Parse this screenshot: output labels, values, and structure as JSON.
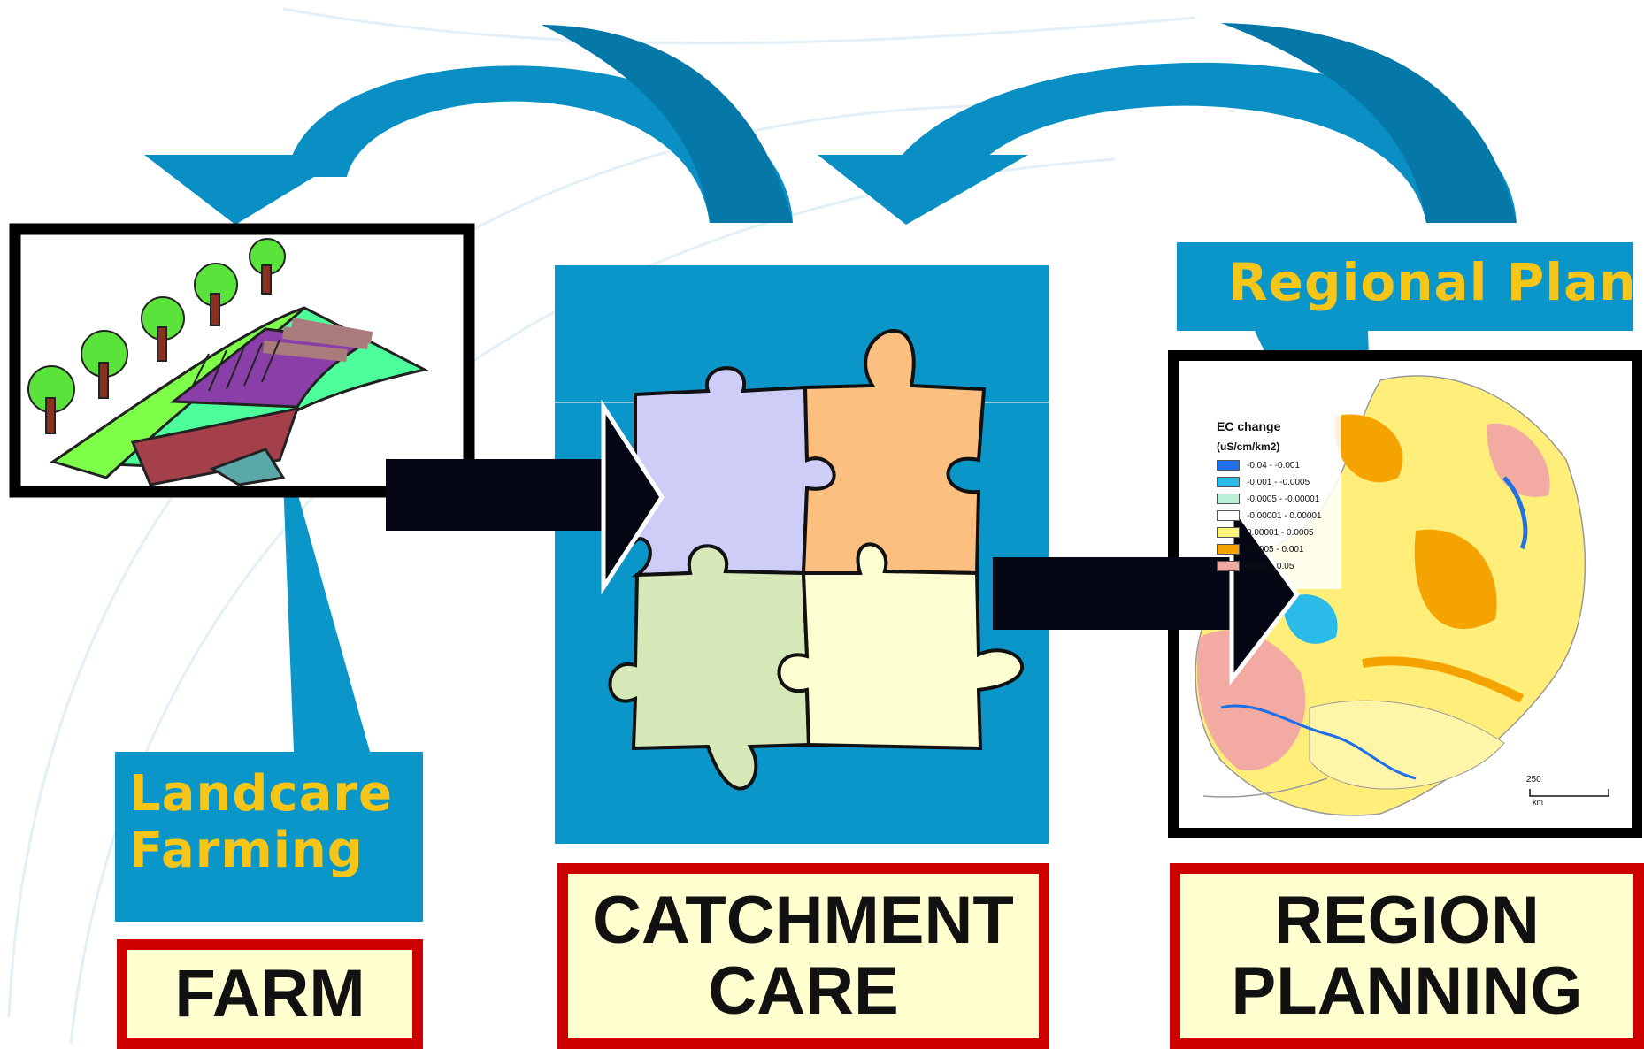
{
  "callouts": {
    "farm_line1": "Landcare",
    "farm_line2": "Farming",
    "region": "Regional Plan"
  },
  "labels": {
    "farm": "FARM",
    "catchment_line1": "CATCHMENT",
    "catchment_line2": "CARE",
    "region_line1": "REGION",
    "region_line2": "PLANNING"
  },
  "map": {
    "legend_title": "EC change",
    "legend_units": "(uS/cm/km2)",
    "legend_items": [
      {
        "label": "-0.04 - -0.001",
        "color": "#1f6fe6"
      },
      {
        "label": "-0.001 - -0.0005",
        "color": "#2bbbe8"
      },
      {
        "label": "-0.0005 - -0.00001",
        "color": "#b8f0d8"
      },
      {
        "label": "-0.00001 - 0.00001",
        "color": "#ffffff"
      },
      {
        "label": "0.00001 - 0.0005",
        "color": "#fff27a"
      },
      {
        "label": "0.0005 - 0.001",
        "color": "#f5a300"
      },
      {
        "label": "0.001 - 0.05",
        "color": "#f0a8a0"
      }
    ],
    "scale_label": "250",
    "scale_unit": "km"
  },
  "colors": {
    "loop_arrow": "#0a8fc4",
    "panel_blue": "#0a96c8",
    "flow_arrow": "#050814",
    "label_border": "#cc0000",
    "label_fill": "#ffffd0",
    "callout_text": "#f5c518",
    "puzzle_lavender": "#cdcdf7",
    "puzzle_orange": "#fbbf80",
    "puzzle_green": "#d6e8b8",
    "puzzle_cream": "#fdfdd2"
  }
}
